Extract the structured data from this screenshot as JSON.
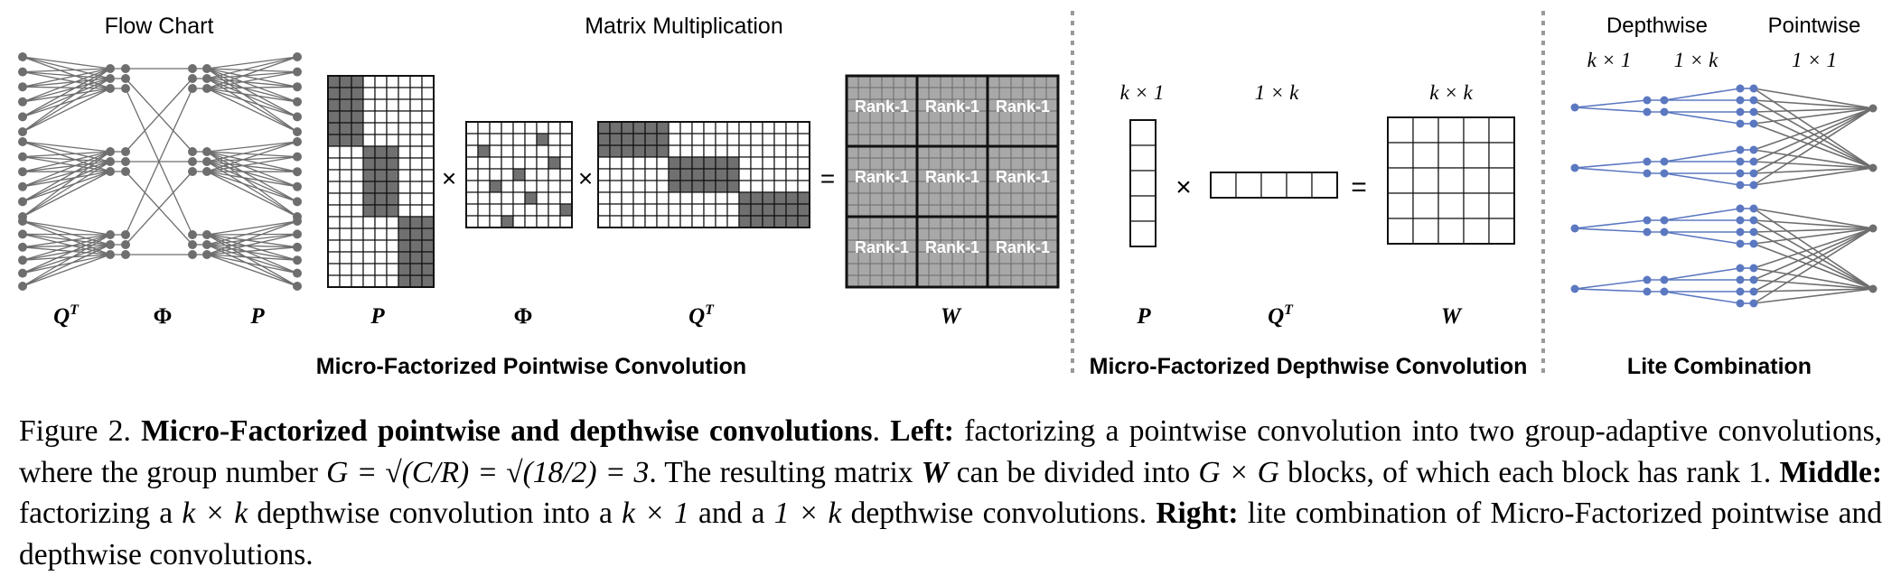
{
  "figure": {
    "colors": {
      "dark_cell": "#707070",
      "rank_fill": "#a8a8a8",
      "blue": "#5b78c0",
      "gray": "#6e6e6e",
      "divider": "#999999"
    },
    "left": {
      "flow_title": "Flow Chart",
      "matrix_title": "Matrix Multiplication",
      "section_label": "Micro-Factorized Pointwise Convolution",
      "flow_labels": {
        "qt_base": "Q",
        "qt_sup": "T",
        "phi": "Φ",
        "p": "P"
      },
      "matrix_labels": {
        "p": "P",
        "phi": "Φ",
        "qt_base": "Q",
        "qt_sup": "T",
        "w": "W"
      },
      "times": "×",
      "equals": "=",
      "rank_label": "Rank-1"
    },
    "middle": {
      "section_label": "Micro-Factorized Depthwise Convolution",
      "dim_p": "k × 1",
      "dim_qt": "1 × k",
      "dim_w": "k × k",
      "times": "×",
      "equals": "=",
      "labels": {
        "p": "P",
        "qt_base": "Q",
        "qt_sup": "T",
        "w": "W"
      }
    },
    "right": {
      "section_label": "Lite Combination",
      "depthwise": "Depthwise",
      "pointwise": "Pointwise",
      "dim_1": "k × 1",
      "dim_2": "1 × k",
      "dim_3": "1 × 1"
    }
  },
  "caption": {
    "fig_label": "Figure 2.",
    "title": "Micro-Factorized pointwise and depthwise convolutions",
    "left_label": "Left:",
    "left_text_1": "factorizing a pointwise convolution into two group-adaptive convolutions, where the group number",
    "equation": "G = √(C/R) = √(18/2) = 3",
    "left_text_2": ". The resulting matrix",
    "matrix_w": "W",
    "left_text_3": "can be divided into",
    "gxg": "G × G",
    "left_text_4": "blocks, of which each block has rank 1.",
    "middle_label": "Middle:",
    "middle_text_1": "factorizing a",
    "kxk": "k × k",
    "middle_text_2": "depthwise convolution into a",
    "kx1": "k × 1",
    "middle_text_3": "and a",
    "onexk": "1 × k",
    "middle_text_4": "depthwise convolutions.",
    "right_label": "Right:",
    "right_text": "lite combination of Micro-Factorized pointwise and depthwise convolutions."
  }
}
